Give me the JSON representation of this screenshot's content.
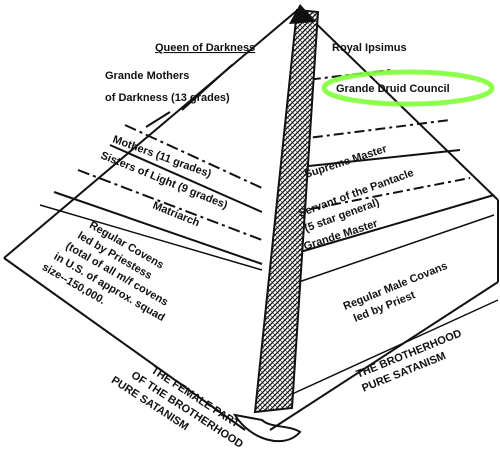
{
  "left_side": {
    "queen": "Queen of Darkness",
    "grande_mothers_1": "Grande Mothers",
    "grande_mothers_2": "of Darkness (13 grades)",
    "mothers": "Mothers (11 grades)",
    "sisters": "Sisters of Light (9 grades)",
    "matriarch": "Matriarch",
    "covens": [
      "Regular Covens",
      "led by Priestess",
      "(total of all m/f covens",
      "in U.S. of approx. squad",
      "size--150,000."
    ],
    "caption": [
      "THE FEMALE PART",
      "OF THE BROTHERHOOD",
      "PURE SATANISM"
    ]
  },
  "right_side": {
    "royal": "Royal Ipsimus",
    "druid": "Grande Druid Council",
    "supreme": "Supreme Master",
    "servant_1": "Servant of the Pantacle",
    "servant_2": "(5 star general)",
    "grande_master": "Grande Master",
    "male_covens": [
      "Regular Male Covans",
      "led by Priest"
    ],
    "caption": [
      "THE BROTHERHOOD",
      "PURE SATANISM"
    ]
  },
  "colors": {
    "ink": "#111111",
    "highlight": "#7fff3a",
    "paper": "#ffffff"
  }
}
